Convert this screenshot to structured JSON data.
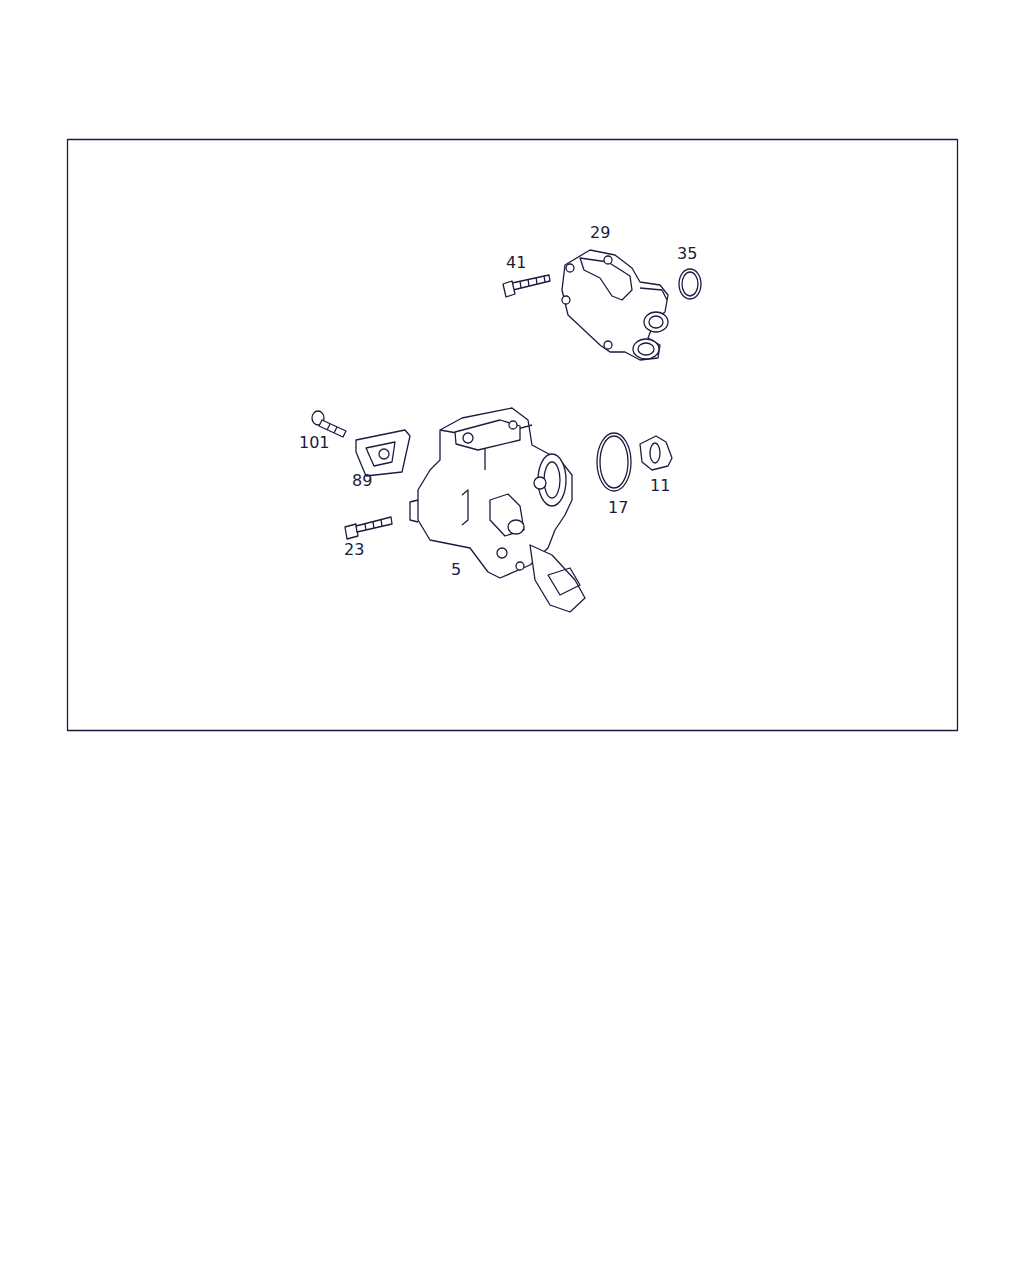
{
  "diagram": {
    "labels": [
      "29",
      "35",
      "41",
      "101",
      "89",
      "11",
      "17",
      "23",
      "5"
    ]
  }
}
